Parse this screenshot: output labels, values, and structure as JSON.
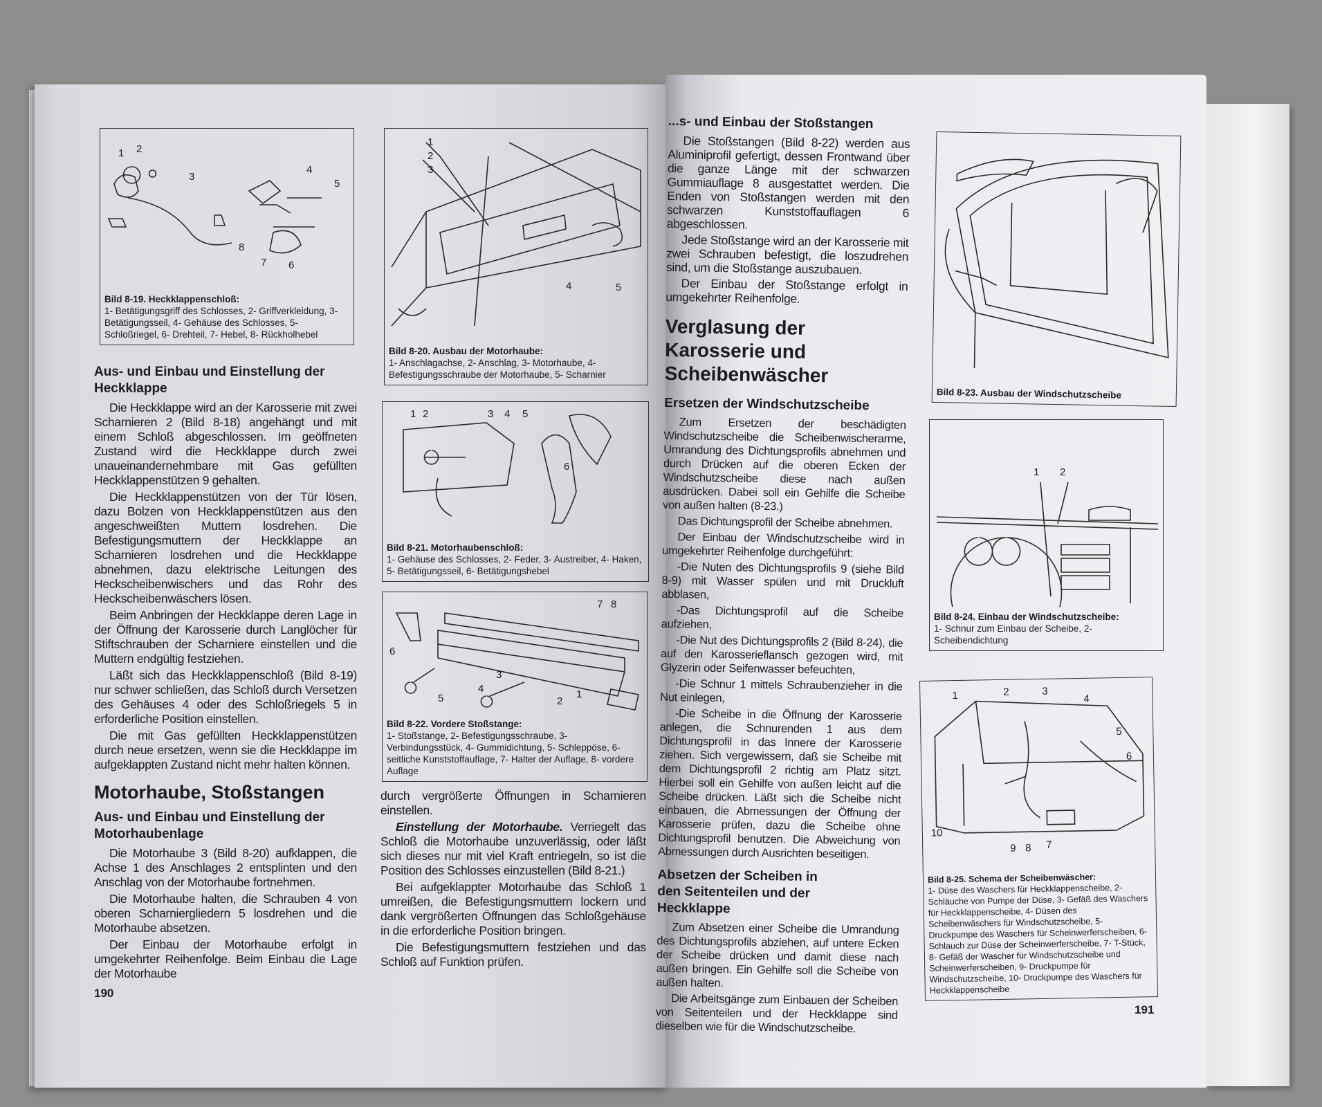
{
  "left_page": {
    "page_number": "190",
    "fig_8_19": {
      "callouts": [
        "1",
        "2",
        "3",
        "4",
        "5",
        "6",
        "7",
        "8"
      ],
      "title": "Bild 8-19. Heckklappenschloß:",
      "text": "1- Betätigungsgriff des Schlosses, 2- Griffverkleidung, 3- Betätigungsseil, 4- Gehäuse des Schlosses, 5- Schloßriegel, 6- Drehteil, 7- Hebel, 8- Rückholhebel"
    },
    "section_heckklappe": {
      "heading": "Aus- und Einbau und Einstellung der Heckklappe",
      "paragraphs": [
        "Die Heckklappe wird an der Karosserie mit zwei Scharnieren 2 (Bild 8-18) angehängt und mit einem Schloß abgeschlossen. Im geöffneten Zustand wird die Heckklappe durch zwei unaueinandernehmbare mit Gas gefüllten Heckklappenstützen 9 gehalten.",
        "Die Heckklappenstützen von der Tür lösen, dazu Bolzen von Heckklappenstützen aus den angeschweißten Muttern losdrehen. Die Befestigungsmuttern der Heckklappe an Scharnieren losdrehen und die Heckklappe abnehmen, dazu elektrische Leitungen des Heckscheibenwischers und das Rohr des Heckscheibenwäschers lösen.",
        "Beim Anbringen der Heckklappe deren Lage in der Öffnung der Karosserie durch Langlöcher für Stiftschrauben der Scharniere einstellen und die Muttern endgültig festziehen.",
        "Läßt sich das Heckklappenschloß (Bild 8-19) nur schwer schließen, das Schloß durch Versetzen des Gehäuses 4 oder des Schloßriegels 5 in erforderliche Position einstellen.",
        "Die mit Gas gefüllten Heckklappenstützen durch neue ersetzen, wenn sie die Heckklappe im aufgeklappten Zustand nicht mehr halten können."
      ]
    },
    "chapter_title": "Motorhaube, Stoßstangen",
    "section_motorhaube": {
      "heading": "Aus- und Einbau und Einstellung der Motorhaubenlage",
      "paragraphs": [
        "Die Motorhaube 3 (Bild 8-20) aufklappen, die Achse 1 des Anschlages 2 entsplinten und den Anschlag von der Motorhaube fortnehmen.",
        "Die Motorhaube halten, die Schrauben 4 von oberen Scharniergliedern 5 losdrehen und die Motorhaube absetzen.",
        "Der Einbau der Motorhaube erfolgt in umgekehrter Reihenfolge. Beim Einbau die Lage der Motorhaube"
      ]
    },
    "fig_8_20": {
      "callouts": [
        "1",
        "2",
        "3",
        "4",
        "5"
      ],
      "title": "Bild 8-20. Ausbau der Motorhaube:",
      "text": "1- Anschlagachse, 2- Anschlag, 3- Motorhaube, 4- Befestigungsschraube der Motorhaube, 5- Scharnier"
    },
    "fig_8_21": {
      "callouts": [
        "1",
        "2",
        "3",
        "4",
        "5",
        "6"
      ],
      "title": "Bild 8-21. Motorhaubenschloß:",
      "text": "1- Gehäuse des Schlosses, 2- Feder, 3- Austreiber, 4- Haken, 5- Betätigungsseil, 6- Betätigungshebel"
    },
    "fig_8_22": {
      "callouts": [
        "7",
        "8",
        "6",
        "3",
        "4",
        "5",
        "2",
        "1"
      ],
      "title": "Bild 8-22. Vordere Stoßstange:",
      "text": "1- Stoßstange, 2- Befestigungsschraube, 3- Verbindungsstück, 4- Gummidichtung, 5- Schleppöse, 6- seitliche Kunststoffauflage, 7- Halter der Auflage, 8- vordere Auflage"
    },
    "col2_text": {
      "continuation": "durch vergrößerte Öffnungen in Scharnieren einstellen.",
      "emphasis": "Einstellung der Motorhaube.",
      "paragraph1_rest": " Verriegelt das Schloß die Motorhaube unzuverlässig, oder läßt sich dieses nur mit viel Kraft entriegeln, so ist die Position des Schlosses einzustellen (Bild 8-21.)",
      "paragraph2": "Bei aufgeklappter Motorhaube das Schloß 1 umreißen, die Befestigungsmuttern lockern und dank vergrößerten Öffnungen das Schloßgehäuse in die erforderliche Position bringen.",
      "paragraph3": "Die Befestigungsmuttern festziehen und das Schloß auf Funktion prüfen."
    }
  },
  "right_page": {
    "page_number": "191",
    "section_stossstangen": {
      "heading": "...s- und Einbau der Stoßstangen",
      "paragraphs": [
        "Die Stoßstangen (Bild 8-22) werden aus Aluminiprofil gefertigt, dessen Frontwand über die ganze Länge mit der schwarzen Gummiauflage 8 ausgestattet werden. Die Enden von Stoßstangen werden mit den schwarzen Kunststoffauflagen 6 abgeschlossen.",
        "Jede Stoßstange wird an der Karosserie mit zwei Schrauben befestigt, die loszudrehen sind, um die Stoßstange auszubauen.",
        "Der Einbau der Stoßstange erfolgt in umgekehrter Reihenfolge."
      ]
    },
    "chapter_title": "Verglasung der Karosserie und Scheibenwäscher",
    "section_windschutz": {
      "heading": "Ersetzen der Windschutzscheibe",
      "paragraphs": [
        "Zum Ersetzen der beschädigten Windschutzscheibe die Scheibenwischerarme, Umrandung des Dichtungsprofils abnehmen und durch Drücken auf die oberen Ecken der Windschutzscheibe diese nach außen ausdrücken. Dabei soll ein Gehilfe die Scheibe von außen halten (8-23.)",
        "Das Dichtungsprofil der Scheibe abnehmen.",
        "Der Einbau der Windschutzscheibe wird in umgekehrter Reihenfolge durchgeführt:",
        "-Die Nuten des Dichtungsprofils 9 (siehe Bild 8-9) mit Wasser spülen und mit Druckluft abblasen,",
        "-Das Dichtungsprofil auf die Scheibe aufziehen,",
        "-Die Nut des Dichtungsprofils 2 (Bild 8-24), die auf den Karosserieflansch gezogen wird, mit Glyzerin oder Seifenwasser befeuchten,",
        "-Die Schnur 1 mittels Schraubenzieher in die Nut einlegen,",
        "-Die Scheibe in die Öffnung der Karosserie anlegen, die Schnurenden 1 aus dem Dichtungsprofil in das Innere der Karosserie ziehen. Sich vergewissern, daß sie Scheibe mit dem Dichtungsprofil 2 richtig am Platz sitzt. Hierbei soll ein Gehilfe von außen leicht auf die Scheibe drücken. Läßt sich die Scheibe nicht einbauen, die Abmessungen der Öffnung der Karosserie prüfen, dazu die Scheibe ohne Dichtungsprofil benutzen. Die Abweichung von Abmessungen durch Ausrichten beseitigen."
      ]
    },
    "section_heckklappe": {
      "heading": "Absetzen der Scheiben in den Seitenteilen und der Heckklappe",
      "paragraphs": [
        "Zum Absetzen einer Scheibe die Umrandung des Dichtungsprofils abziehen, auf untere Ecken der Scheibe drücken und damit diese nach außen bringen. Ein Gehilfe soll die Scheibe von außen halten.",
        "Die Arbeitsgänge zum Einbauen der Scheiben von Seitenteilen und der Heckklappe sind dieselben wie für die Windschutzscheibe."
      ]
    },
    "fig_8_23": {
      "title": "Bild 8-23. Ausbau der Windschutzscheibe"
    },
    "fig_8_24": {
      "callouts": [
        "1",
        "2"
      ],
      "title": "Bild 8-24. Einbau der Windschutzscheibe:",
      "text": "1- Schnur zum Einbau der Scheibe, 2- Scheibendichtung"
    },
    "fig_8_25": {
      "callouts": [
        "1",
        "2",
        "3",
        "4",
        "5",
        "6",
        "10",
        "9",
        "8",
        "7"
      ],
      "title": "Bild 8-25. Schema der Scheibenwäscher:",
      "text": "1- Düse des Waschers für Heckklappenscheibe, 2- Schläuche von Pumpe der Düse, 3- Gefäß des Waschers für Heckklappenscheibe, 4- Düsen des Scheibenwäschers für Windschutzscheibe, 5- Druckpumpe des Waschers für Scheinwerferscheiben, 6- Schlauch zur Düse der Scheinwerferscheibe, 7- T-Stück, 8- Gefäß der Wascher für Windschutzscheibe und Scheinwerferscheiben, 9- Druckpumpe für Windschutzscheibe, 10- Druckpumpe des Waschers für Heckklappenscheibe"
    }
  }
}
